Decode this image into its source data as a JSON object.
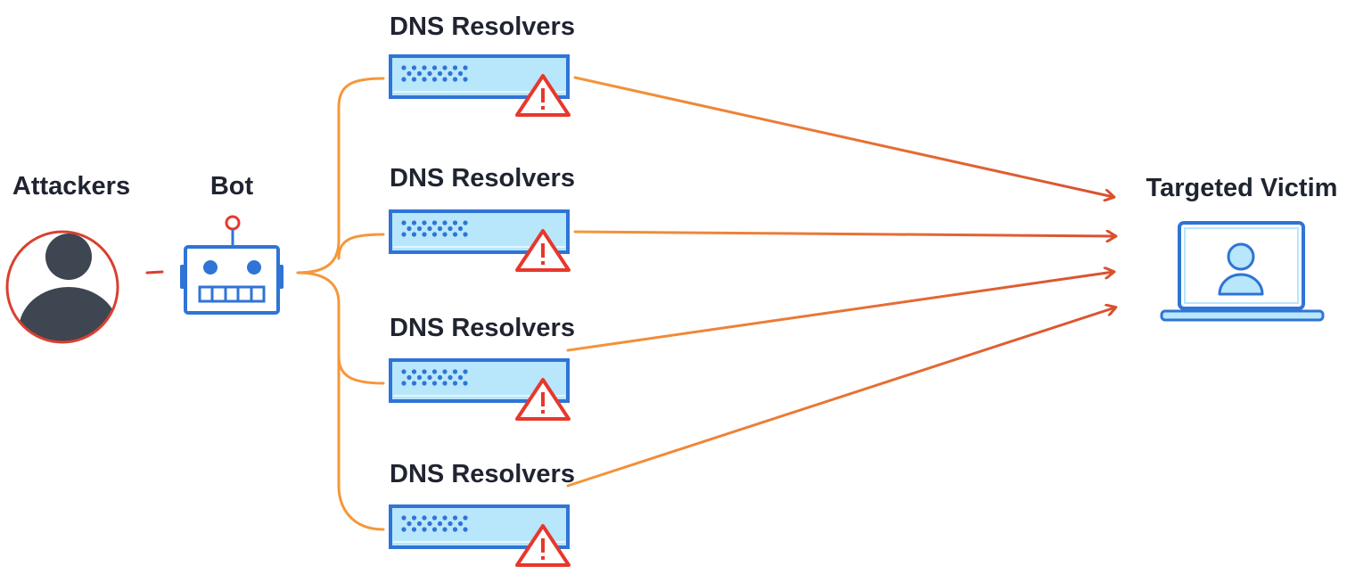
{
  "nodes": {
    "attackers": {
      "label": "Attackers",
      "icon": "user-icon"
    },
    "bot": {
      "label": "Bot",
      "icon": "robot-icon"
    },
    "resolvers": [
      {
        "label": "DNS Resolvers",
        "icon": "server-icon",
        "badge": "warning-icon"
      },
      {
        "label": "DNS Resolvers",
        "icon": "server-icon",
        "badge": "warning-icon"
      },
      {
        "label": "DNS Resolvers",
        "icon": "server-icon",
        "badge": "warning-icon"
      },
      {
        "label": "DNS Resolvers",
        "icon": "server-icon",
        "badge": "warning-icon"
      }
    ],
    "victim": {
      "label": "Targeted Victim",
      "icon": "laptop-user-icon"
    }
  },
  "edges": [
    {
      "from": "attackers",
      "to": "bot"
    },
    {
      "from": "bot",
      "to": "resolvers"
    },
    {
      "from": "resolvers.0",
      "to": "victim"
    },
    {
      "from": "resolvers.1",
      "to": "victim"
    },
    {
      "from": "resolvers.2",
      "to": "victim"
    },
    {
      "from": "resolvers.3",
      "to": "victim"
    }
  ],
  "colors": {
    "text": "#1f2430",
    "attacker_ring": "#d9402f",
    "attacker_fill": "#3d4651",
    "blue": "#2f74d6",
    "light_blue": "#b8e6fb",
    "orange": "#f5973a",
    "red": "#d9502f",
    "warning": "#e8372c"
  }
}
